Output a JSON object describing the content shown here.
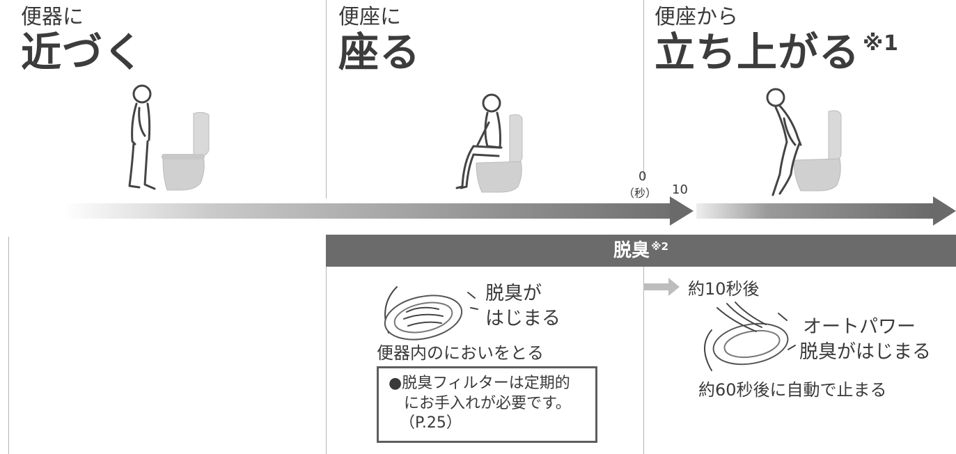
{
  "stages": [
    {
      "small": "便器に",
      "big": "近づく",
      "sup": ""
    },
    {
      "small": "便座に",
      "big": "座る",
      "sup": ""
    },
    {
      "small": "便座から",
      "big": "立ち上がる",
      "sup": "※1"
    }
  ],
  "timeline": {
    "zero": "0",
    "unit": "（秒）",
    "ten": "10"
  },
  "deodorize": {
    "label": "脱臭",
    "sup": "※2"
  },
  "seat_section": {
    "start_line1": "脱臭が",
    "start_line2": "はじまる",
    "caption": "便器内のにおいをとる",
    "note_line1": "●脱臭フィルターは定期的",
    "note_line2": "にお手入れが必要です。",
    "note_line3": "（P.25）"
  },
  "stand_section": {
    "after": "約10秒後",
    "auto_line1": "オートパワー",
    "auto_line2": "脱臭がはじまる",
    "caption": "約60秒後に自動で止まる"
  },
  "colors": {
    "bar": "#6b6b6b",
    "toilet": "#d0d0d0",
    "arrow_light": "#bdbdbd"
  }
}
